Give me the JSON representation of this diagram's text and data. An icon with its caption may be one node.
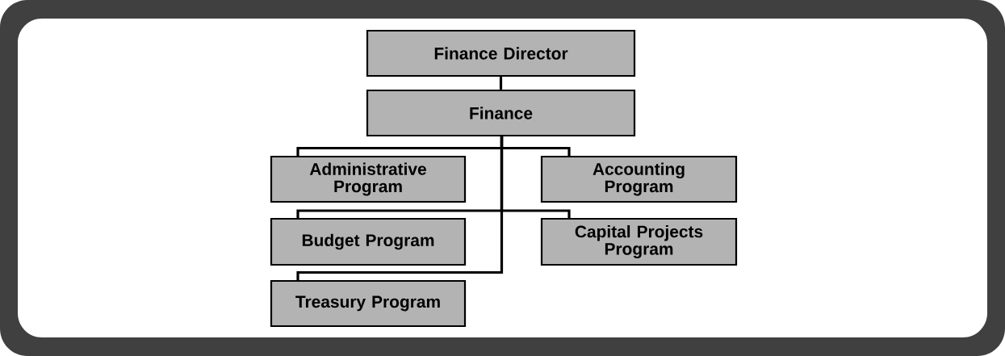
{
  "diagram": {
    "nodes": [
      {
        "text": [
          "Finance Director"
        ]
      },
      {
        "text": [
          "Finance"
        ]
      },
      {
        "text": [
          "Administrative Program"
        ]
      },
      {
        "text": [
          "Accounting Program"
        ]
      },
      {
        "text": [
          "Budget Program"
        ]
      },
      {
        "text": [
          "Capital Projects Program"
        ]
      },
      {
        "text": [
          "Treasury Program"
        ]
      }
    ],
    "edges": [
      {
        "from": 0,
        "to": 1,
        "arrow": "none"
      },
      {
        "from": 1,
        "to": 2,
        "arrow": "none"
      },
      {
        "from": 1,
        "to": 3,
        "arrow": "none"
      },
      {
        "from": 1,
        "to": 4,
        "arrow": "none"
      },
      {
        "from": 1,
        "to": 5,
        "arrow": "none"
      },
      {
        "from": 1,
        "to": 6,
        "arrow": "none"
      }
    ]
  }
}
